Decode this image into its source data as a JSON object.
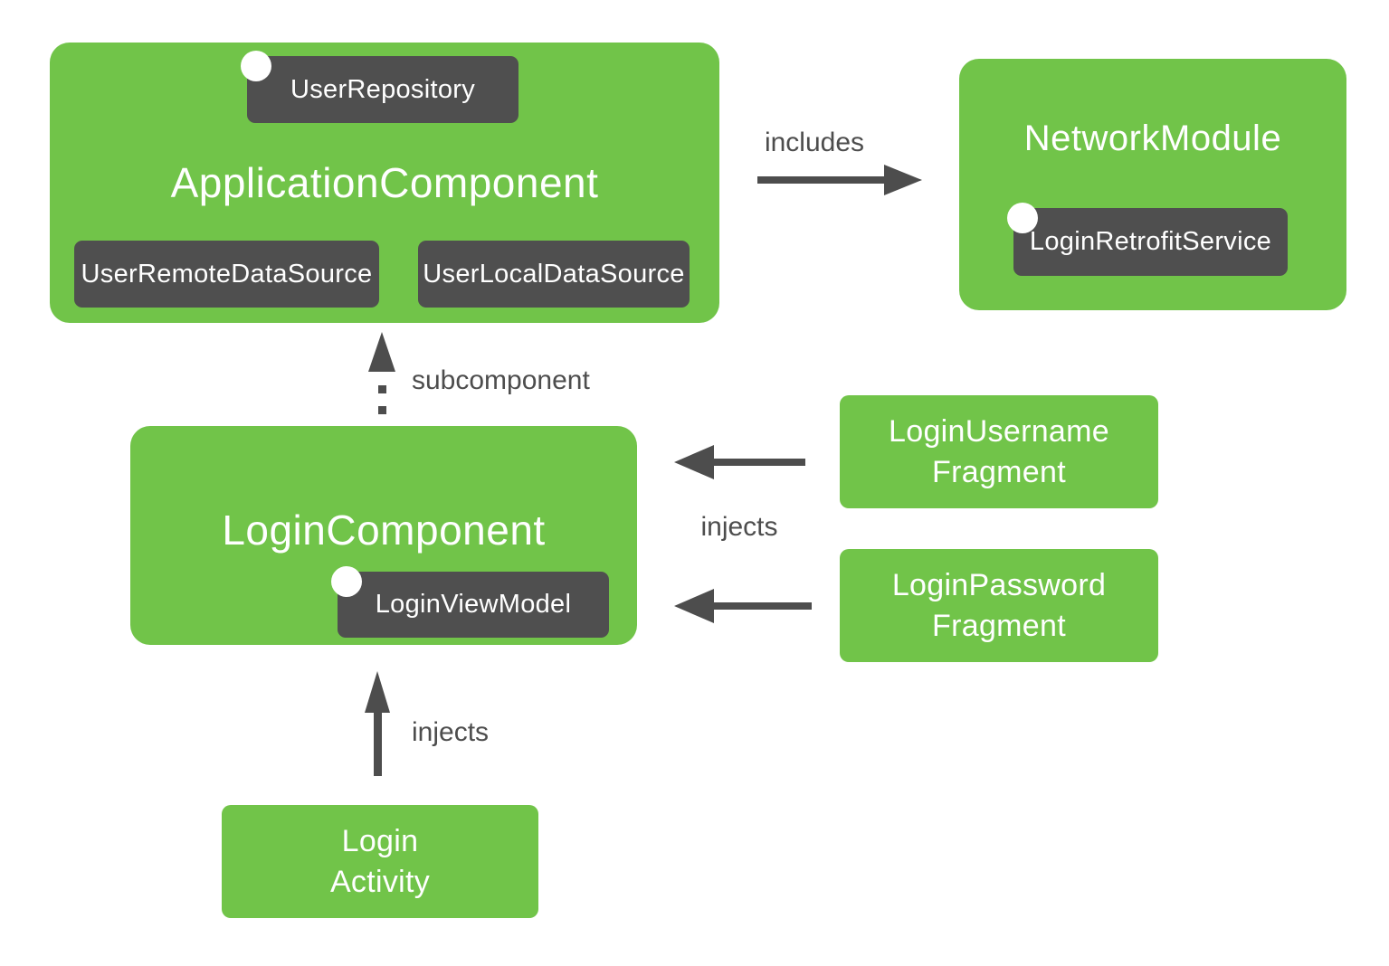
{
  "diagram": {
    "title": "Dagger component architecture diagram",
    "colors": {
      "component_green": "#71c449",
      "chip_dark": "#4f4f4f",
      "arrow_gray": "#4d4d4d",
      "text_white": "#ffffff",
      "scope_dot": "#ffffff"
    },
    "nodes": {
      "application_component": {
        "title": "ApplicationComponent"
      },
      "user_repository": {
        "label": "UserRepository"
      },
      "user_remote_data_source": {
        "label": "UserRemoteDataSource"
      },
      "user_local_data_source": {
        "label": "UserLocalDataSource"
      },
      "network_module": {
        "title": "NetworkModule"
      },
      "login_retrofit_service": {
        "label": "LoginRetrofitService"
      },
      "login_component": {
        "title": "LoginComponent"
      },
      "login_view_model": {
        "label": "LoginViewModel"
      },
      "login_username_fragment": {
        "label": "LoginUsername\nFragment"
      },
      "login_password_fragment": {
        "label": "LoginPassword\nFragment"
      },
      "login_activity": {
        "label": "Login\nActivity"
      }
    },
    "edges": {
      "includes": {
        "label": "includes"
      },
      "subcomponent": {
        "label": "subcomponent"
      },
      "injects_fragments": {
        "label": "injects"
      },
      "injects_activity": {
        "label": "injects"
      }
    }
  }
}
